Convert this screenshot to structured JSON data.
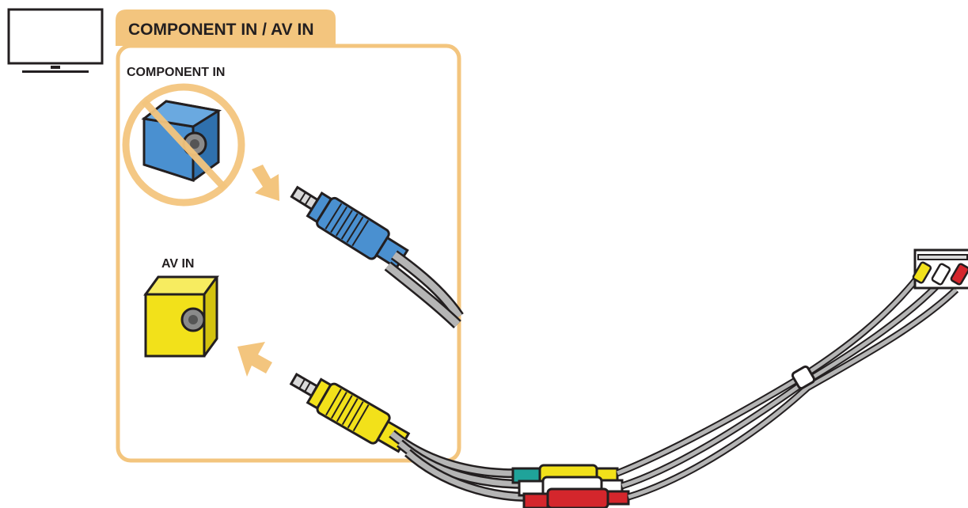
{
  "panel": {
    "title": "COMPONENT IN / AV IN"
  },
  "ports": [
    {
      "label": "COMPONENT IN",
      "color": "#4a90d0",
      "status": "prohibited"
    },
    {
      "label": "AV IN",
      "color": "#f2e11a",
      "status": "allowed"
    }
  ],
  "colors": {
    "accent_orange": "#f3c57e",
    "port_blue": "#4a90d0",
    "port_yellow": "#f2e11a",
    "rca_green": "#1fa39a",
    "rca_red": "#d4262c",
    "rca_white": "#ffffff",
    "cable_gray": "#b5b5b5",
    "outline": "#231f20"
  },
  "icons": {
    "tv": "tv-icon",
    "prohibited": "prohibited-icon",
    "arrow": "direction-arrow-icon"
  }
}
